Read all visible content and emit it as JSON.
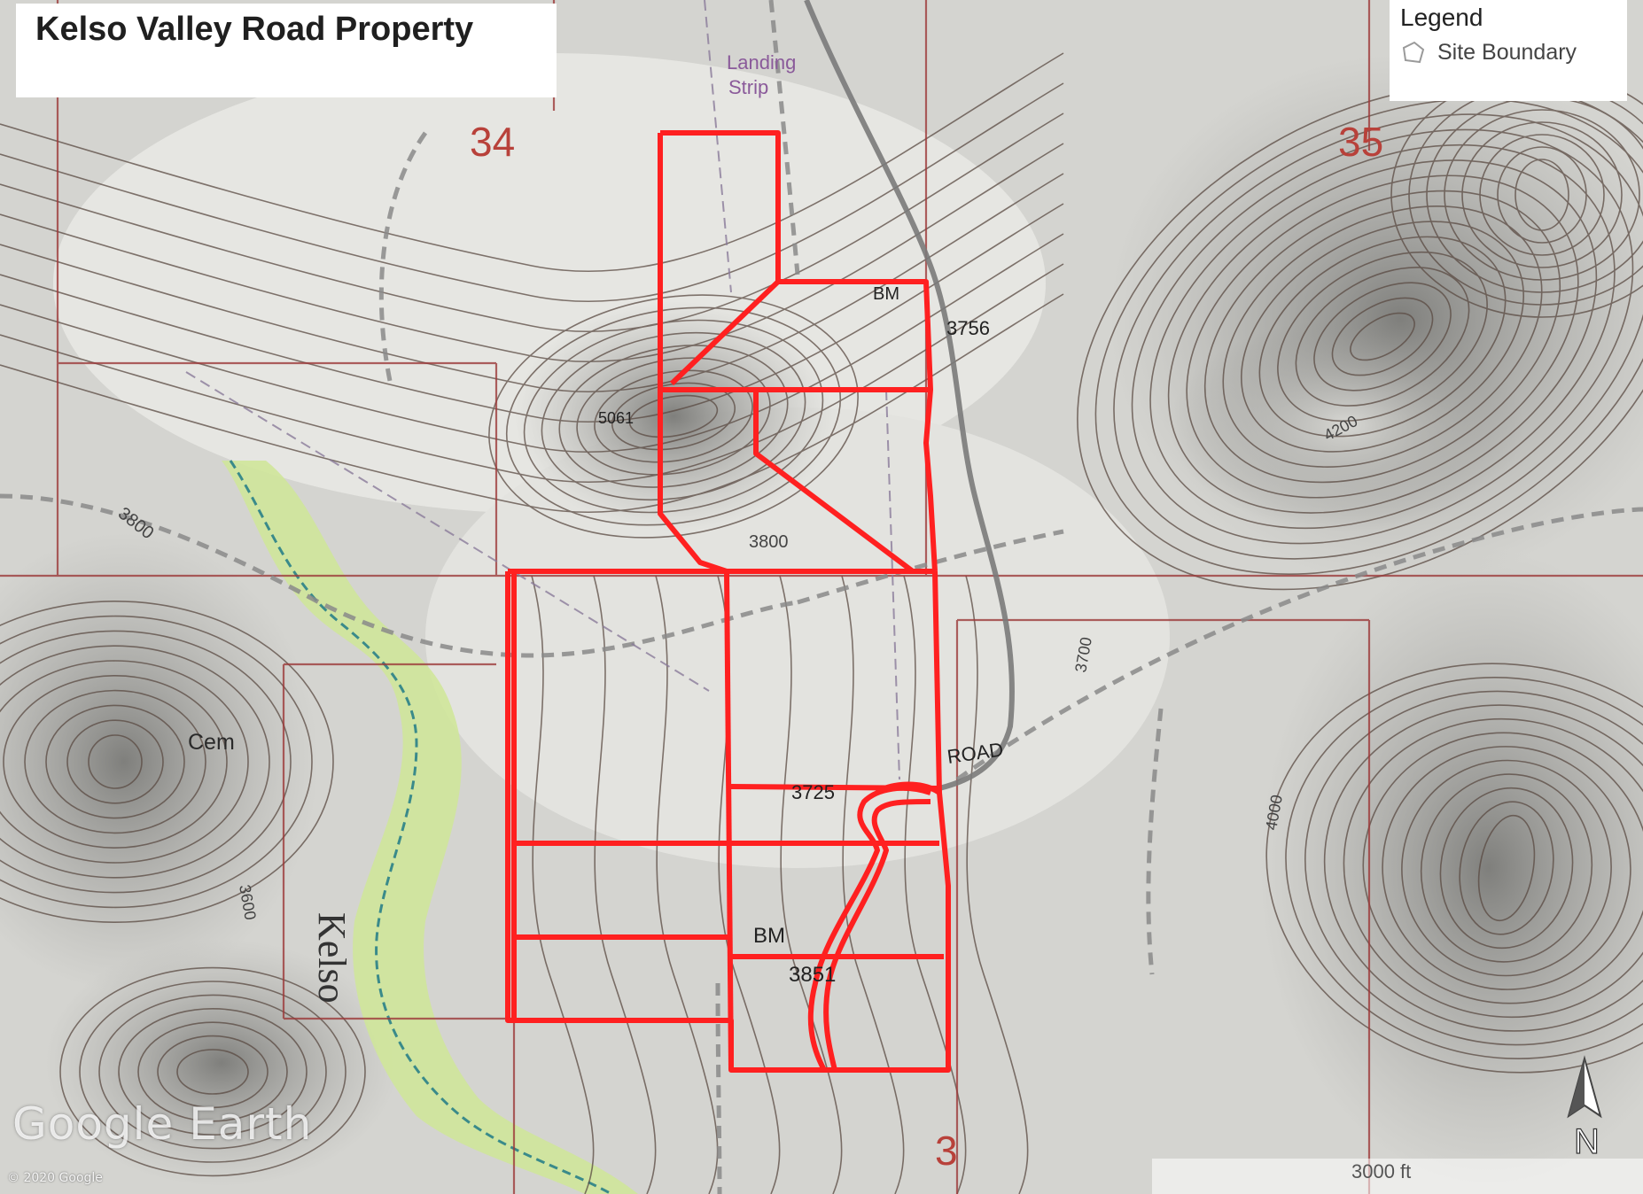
{
  "title": "Kelso Valley Road Property",
  "legend": {
    "title": "Legend",
    "items": [
      {
        "label": "Site Boundary",
        "color": "#ff2020"
      }
    ]
  },
  "labels": {
    "landing_strip": [
      "Landing",
      "Strip"
    ],
    "section_34": "34",
    "section_35": "35",
    "section_3": "3",
    "cem": "Cem",
    "kelso": "Kelso",
    "bm_1": "BM",
    "bm_2": "BM",
    "elev_3756": "3756",
    "elev_3725": "3725",
    "elev_3851": "3851",
    "elev_5061": "5061",
    "elev_3800_a": "3800",
    "elev_3800_b": "3800",
    "elev_3600": "3600",
    "elev_4200": "4200",
    "elev_4000": "4000",
    "elev_3700": "3700",
    "road": "ROAD"
  },
  "scale": {
    "label": "3000 ft"
  },
  "north_label": "N",
  "watermark": "Google Earth",
  "copyright": "© 2020 Google",
  "colors": {
    "boundary": "#ff2020",
    "section_line": "#9c3a3a",
    "contour": "#5a4a42",
    "creek_green": "#cfe59a",
    "road": "#7a7a7a"
  }
}
